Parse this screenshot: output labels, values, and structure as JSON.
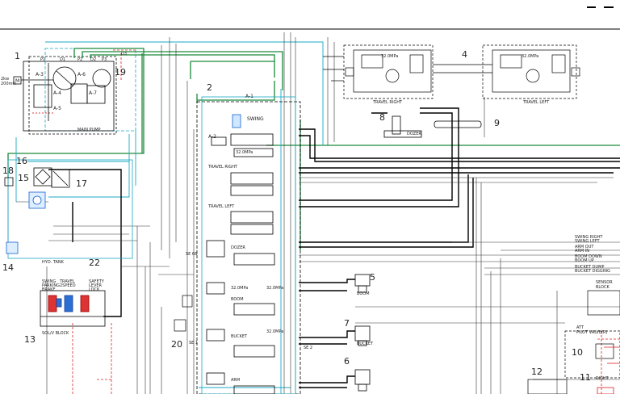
{
  "callouts": {
    "n1": "1",
    "n2": "2",
    "n4": "4",
    "n5": "5",
    "n6": "6",
    "n7": "7",
    "n8": "8",
    "n9": "9",
    "n10": "10",
    "n11": "11",
    "n12": "12",
    "n13": "13",
    "n14": "14",
    "n15": "15",
    "n16": "16",
    "n17": "17",
    "n18": "18",
    "n19": "19",
    "n20": "20",
    "n22": "22"
  },
  "pump": {
    "a3": "A-3",
    "a4": "A-4",
    "a5": "A-5",
    "a6": "A-6",
    "a7": "A-7",
    "label": "MAIN PUMP",
    "ports": [
      "P1",
      "D1",
      "P2",
      "D2",
      "P3",
      "D3"
    ],
    "motor_rating": [
      "2kw",
      "200min"
    ],
    "motor_symbol": "M"
  },
  "valve": {
    "a1": "A-1",
    "a2": "A-2",
    "sections": [
      "SWING",
      "TRAVEL RIGHT",
      "TRAVEL LEFT",
      "DOZER",
      "BOOM",
      "BUCKET",
      "ARM"
    ],
    "pressure": "32.0MPa",
    "se": [
      "SE 6B",
      "SE 1",
      "SE 2"
    ]
  },
  "travel": {
    "right": "TRAVEL RIGHT",
    "left": "TRAVEL LEFT",
    "pressure": "32.0MPa"
  },
  "actuators": {
    "dozer": "DOZER",
    "boom": "BOOM",
    "bucket": "BUCKET",
    "sensor_block": [
      "SENSOR",
      "BLOCK"
    ],
    "att_pilot": [
      "ATT",
      "PILOT VALVE(R)"
    ],
    "right": "RIGHT"
  },
  "tank": {
    "label": "HYD. TANK"
  },
  "solv": {
    "label": "SOL/V BLOCK",
    "items": [
      "SWING",
      "PARKING",
      "BRAKE",
      "TRAVEL",
      "2SPEED",
      "SAFETY",
      "LEVER",
      "LOCK"
    ]
  },
  "pilot_labels": [
    "SWING RIGHT",
    "SWING LEFT",
    "ARM OUT",
    "ARM IN",
    "BOOM DOWN",
    "BOOM UP",
    "BUCKET DUMP",
    "BUCKET DIGGING"
  ]
}
